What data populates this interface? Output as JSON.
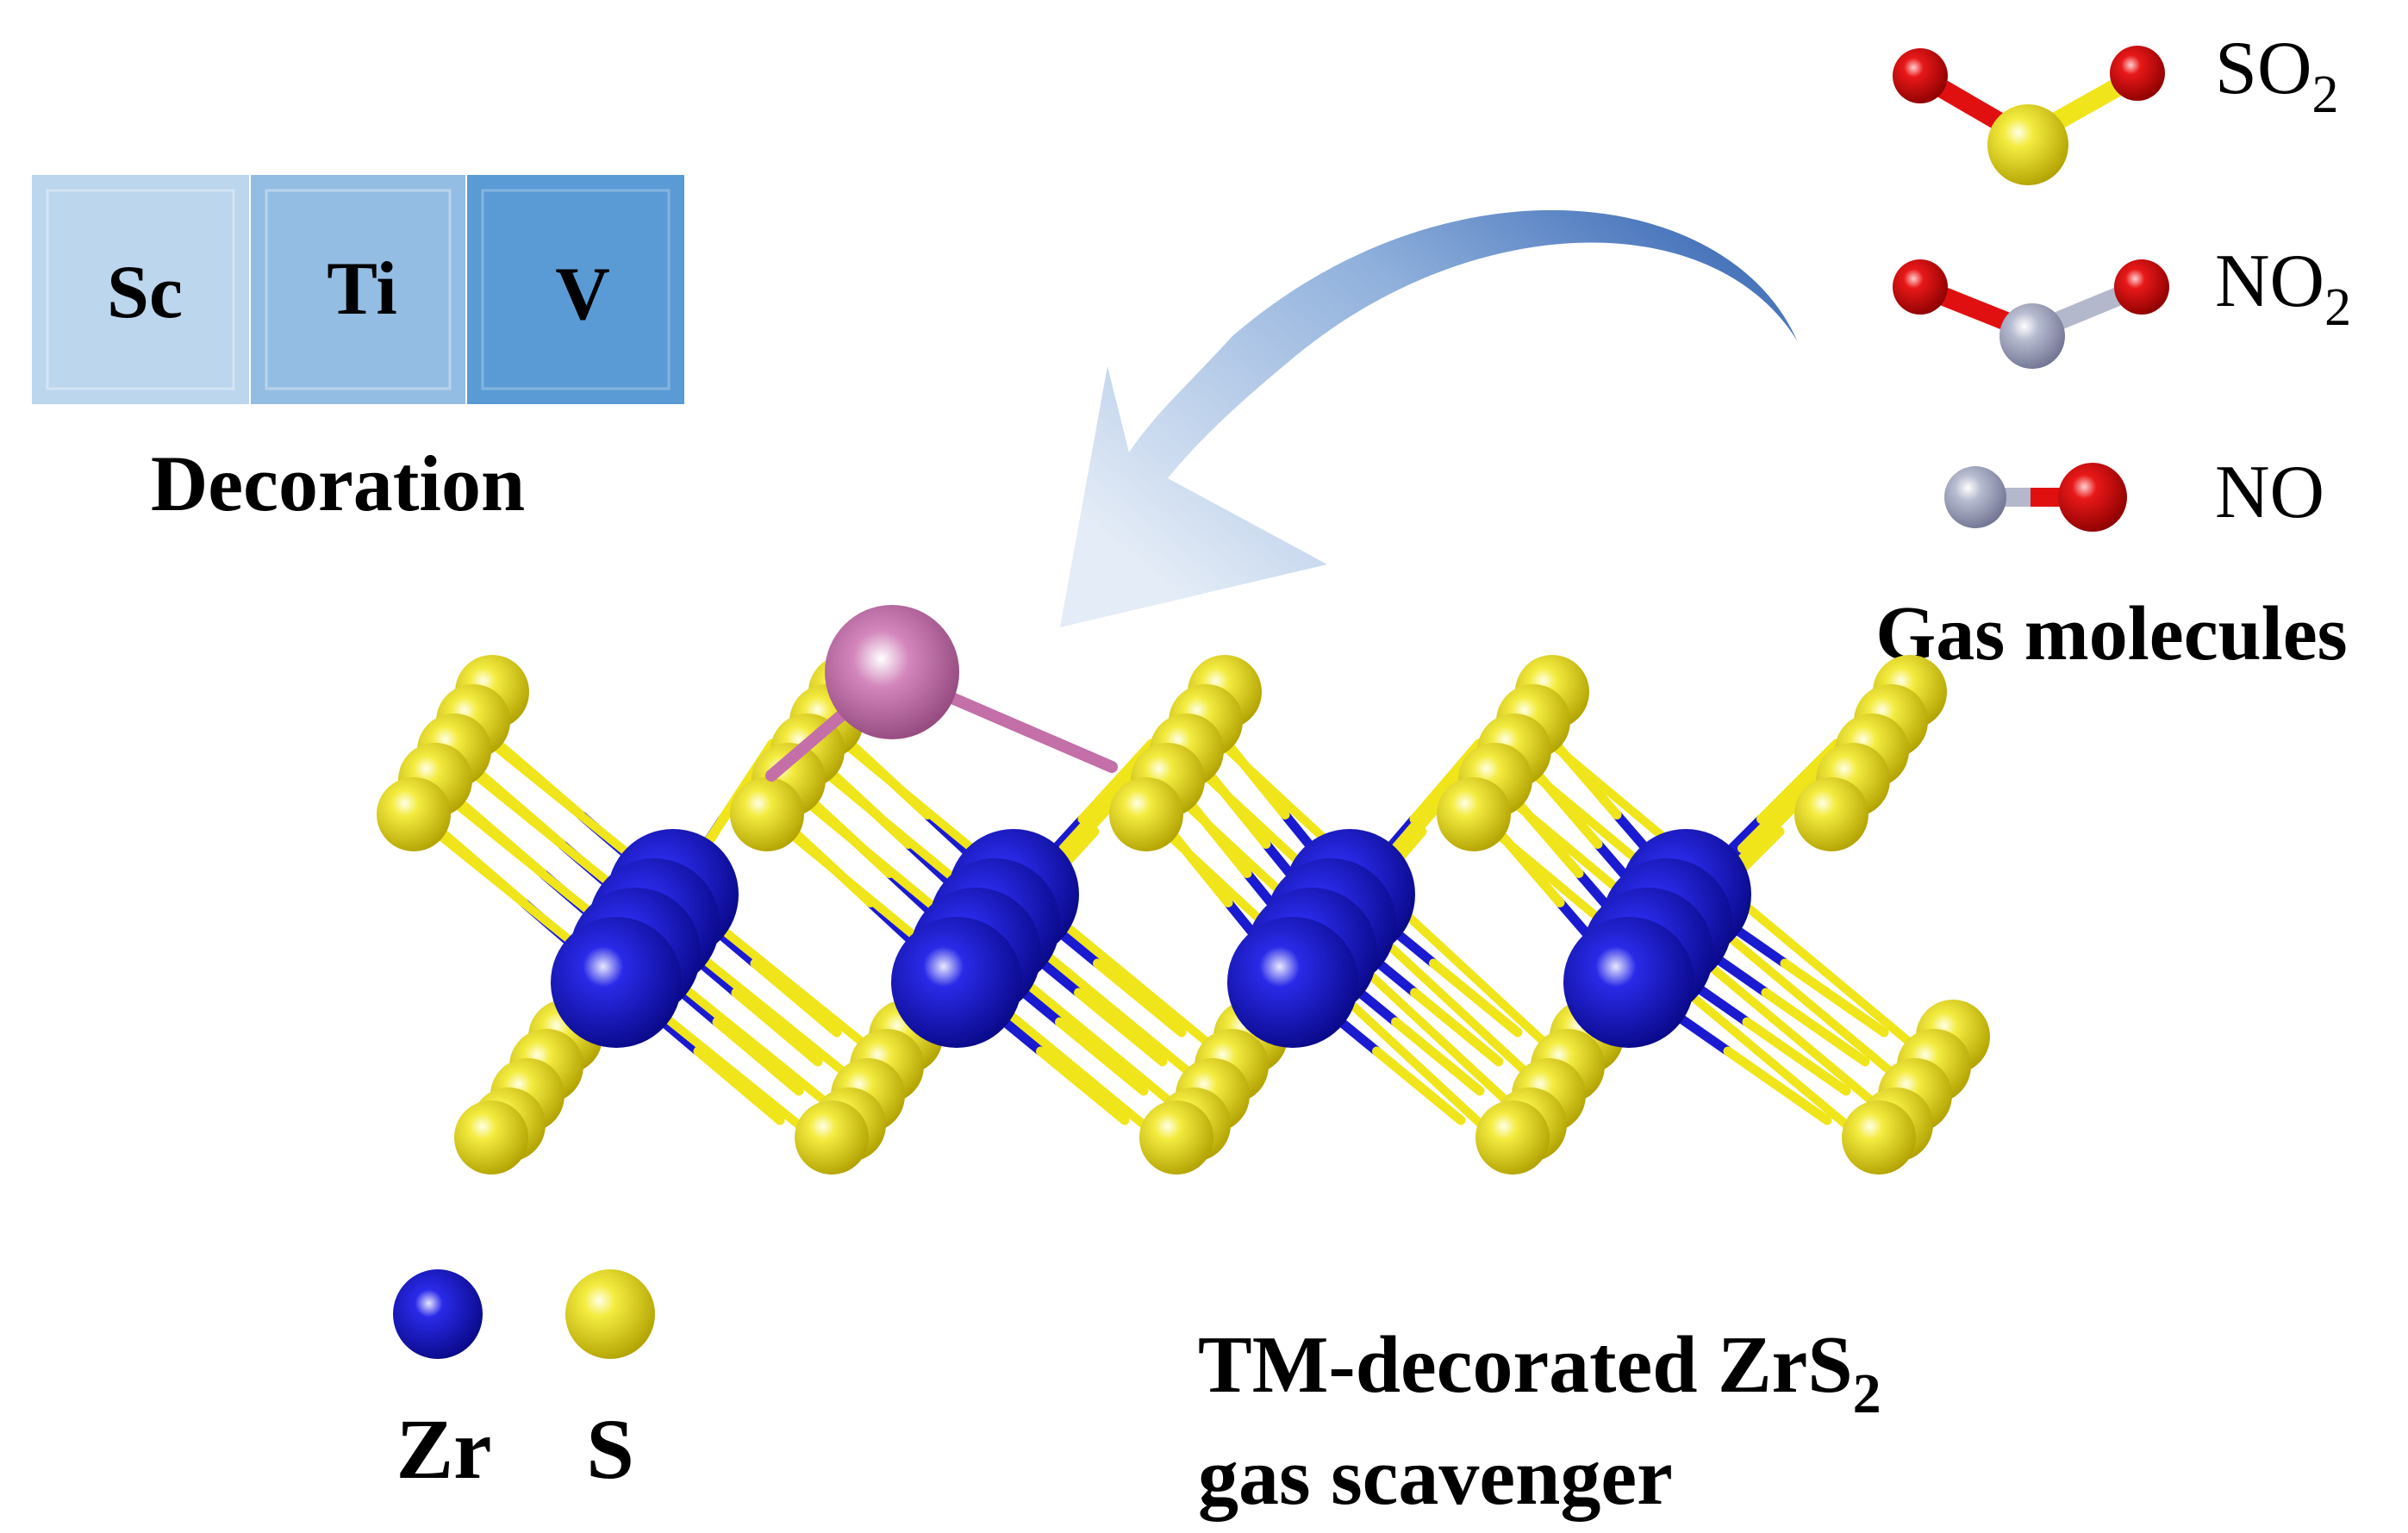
{
  "decoration": {
    "elements": [
      "Sc",
      "Ti",
      "V"
    ],
    "label": "Decoration",
    "colors": [
      "#bcd6ee",
      "#94bde3",
      "#5b9bd5"
    ]
  },
  "gas": {
    "molecules": [
      {
        "formula": "SO",
        "subscript": "2",
        "center_color": "#f0e51a",
        "end_color": "#e01010"
      },
      {
        "formula": "NO",
        "subscript": "2",
        "center_color": "#b4b8cc",
        "end_color": "#e01010"
      },
      {
        "formula": "NO",
        "subscript": "",
        "center_color": "#b4b8cc",
        "end_color": "#e01010"
      }
    ],
    "label": "Gas molecules"
  },
  "legend": {
    "items": [
      {
        "symbol": "Zr",
        "color": "#1a1ad0"
      },
      {
        "symbol": "S",
        "color": "#f0e51a"
      }
    ]
  },
  "caption": {
    "line1": "TM-decorated ZrS",
    "line1_sub": "2",
    "line2": "gas scavenger"
  },
  "structure": {
    "zr_color": "#1a1ad0",
    "s_color": "#f0e51a",
    "tm_color": "#c46fa8",
    "arrow_color": "#4472c4"
  }
}
